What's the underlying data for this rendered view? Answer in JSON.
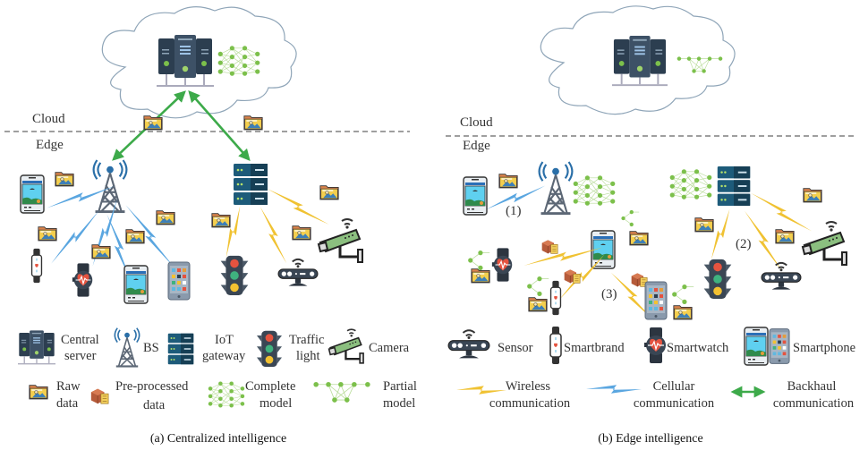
{
  "colors": {
    "backhaul": "#3daa4a",
    "cellular": "#5aa6e0",
    "wireless": "#f0c232",
    "model_node": "#7cc04b",
    "server_dark": "#2c3e50",
    "cloud_stroke": "#8fa5b8",
    "divider": "#666666"
  },
  "panel_a": {
    "zone_cloud": "Cloud",
    "zone_edge": "Edge",
    "caption": "(a) Centralized intelligence",
    "legend": {
      "central_server": [
        "Central",
        "server"
      ],
      "bs": "BS",
      "iot_gateway": [
        "IoT",
        "gateway"
      ],
      "traffic_light": [
        "Traffic",
        "light"
      ],
      "camera": "Camera",
      "raw_data": [
        "Raw",
        "data"
      ],
      "preprocessed_data": [
        "Pre-processed",
        "data"
      ],
      "complete_model": [
        "Complete",
        "model"
      ],
      "partial_model": [
        "Partial",
        "model"
      ]
    }
  },
  "panel_b": {
    "zone_cloud": "Cloud",
    "zone_edge": "Edge",
    "caption": "(b) Edge intelligence",
    "markers": [
      "(1)",
      "(2)",
      "(3)"
    ],
    "legend": {
      "sensor": "Sensor",
      "smartbrand": "Smartbrand",
      "smartwatch": "Smartwatch",
      "smartphone": "Smartphone",
      "wireless": [
        "Wireless",
        "communication"
      ],
      "cellular": [
        "Cellular",
        "communication"
      ],
      "backhaul": [
        "Backhaul",
        "communication"
      ]
    }
  }
}
